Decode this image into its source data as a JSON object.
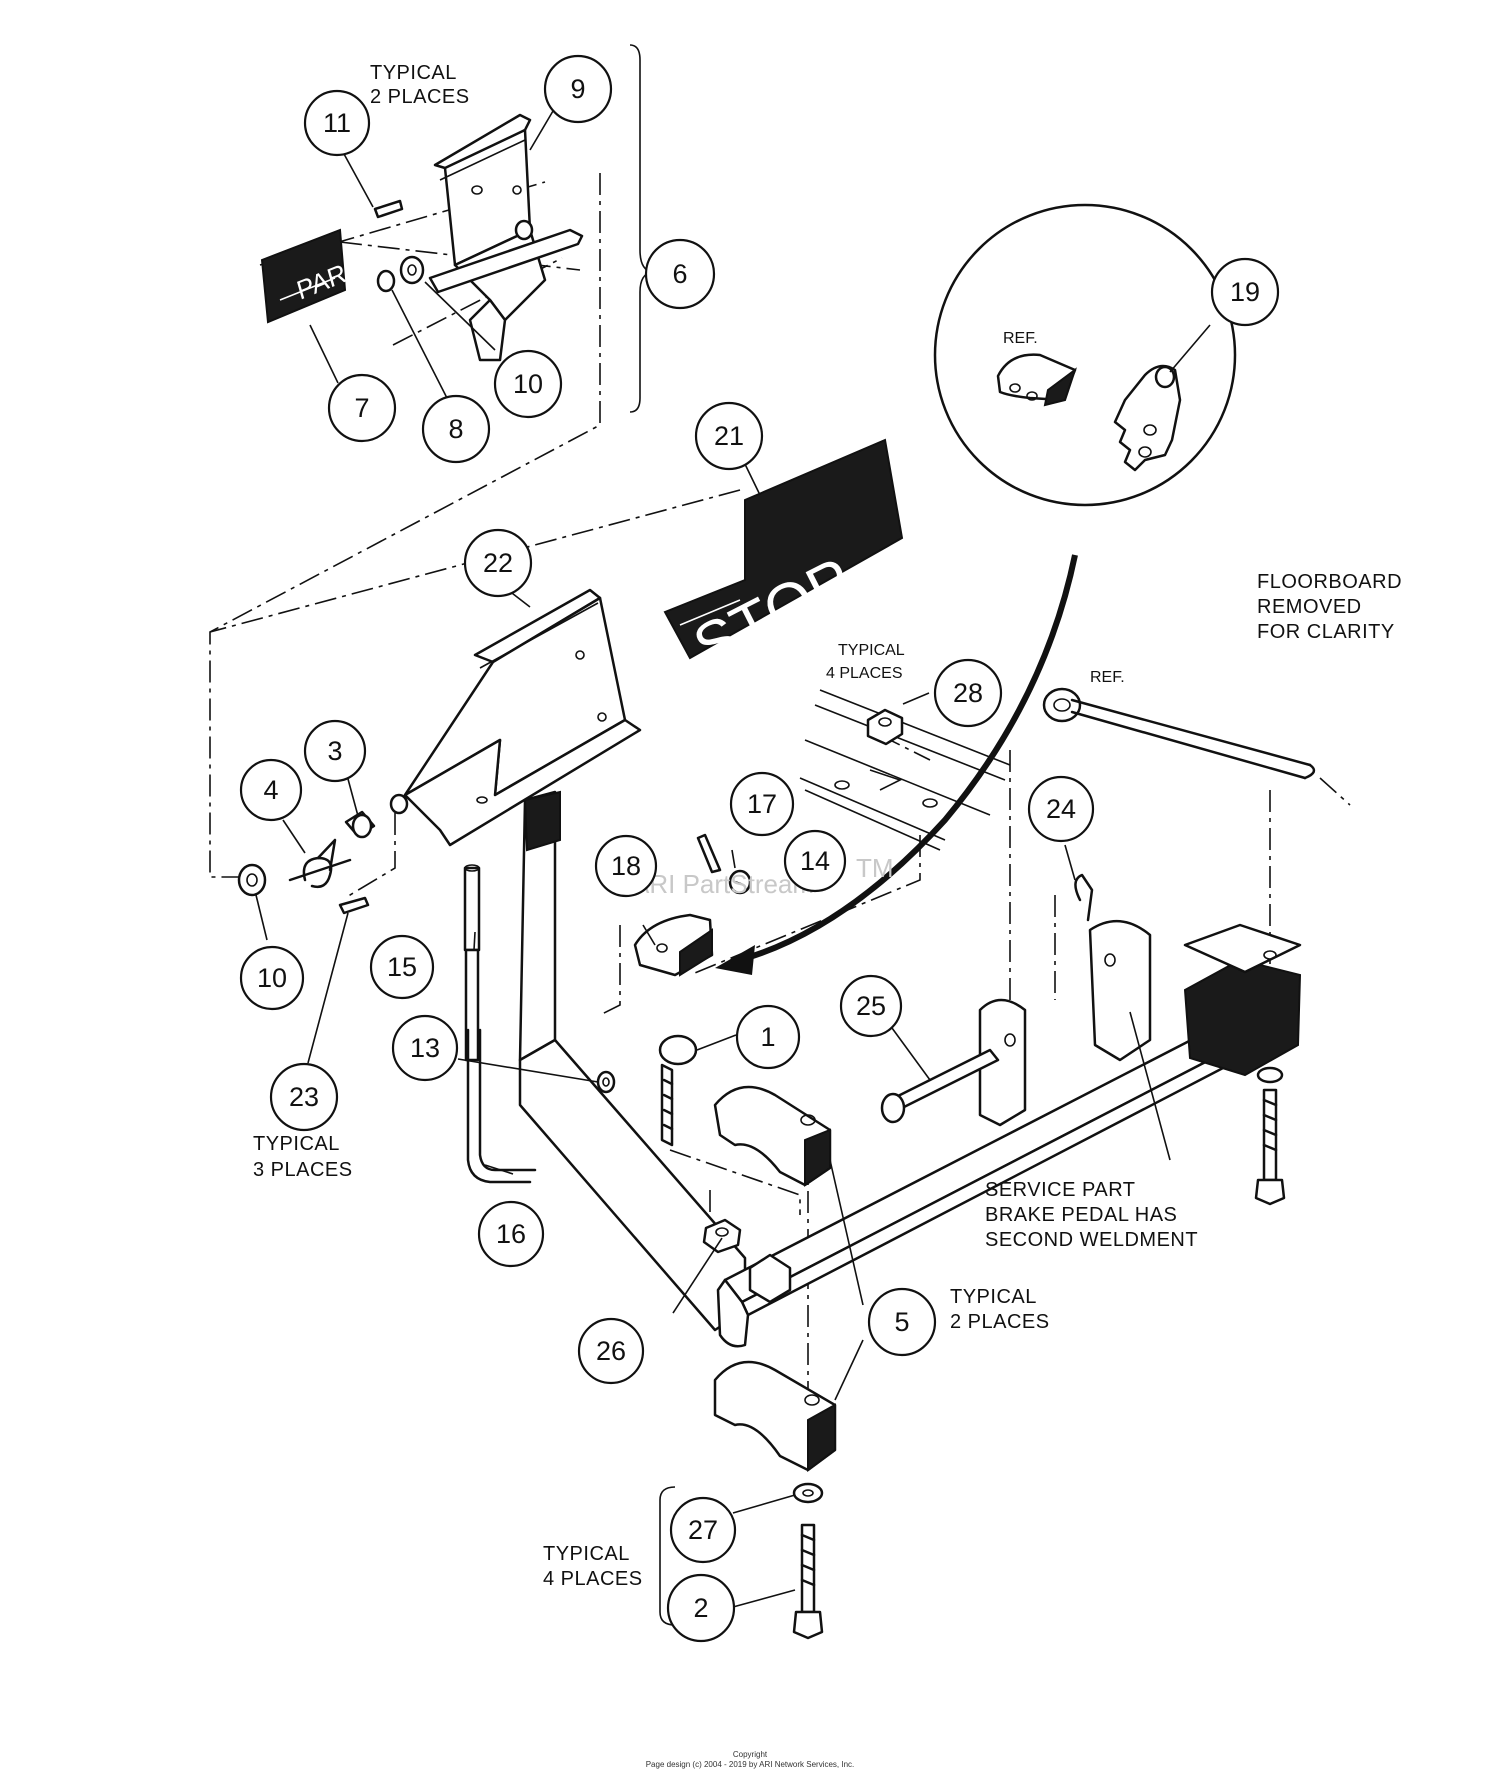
{
  "callouts": [
    {
      "id": "c1",
      "number": "1"
    },
    {
      "id": "c2",
      "number": "2"
    },
    {
      "id": "c3",
      "number": "3"
    },
    {
      "id": "c4",
      "number": "4"
    },
    {
      "id": "c5a",
      "number": "5"
    },
    {
      "id": "c5b",
      "number": "5"
    },
    {
      "id": "c6",
      "number": "6"
    },
    {
      "id": "c7",
      "number": "7"
    },
    {
      "id": "c8",
      "number": "8"
    },
    {
      "id": "c9",
      "number": "9"
    },
    {
      "id": "c10a",
      "number": "10"
    },
    {
      "id": "c10b",
      "number": "10"
    },
    {
      "id": "c11",
      "number": "11"
    },
    {
      "id": "c13",
      "number": "13"
    },
    {
      "id": "c14",
      "number": "14"
    },
    {
      "id": "c15",
      "number": "15"
    },
    {
      "id": "c16",
      "number": "16"
    },
    {
      "id": "c17",
      "number": "17"
    },
    {
      "id": "c18",
      "number": "18"
    },
    {
      "id": "c19",
      "number": "19"
    },
    {
      "id": "c21",
      "number": "21"
    },
    {
      "id": "c22",
      "number": "22"
    },
    {
      "id": "c23",
      "number": "23"
    },
    {
      "id": "c24",
      "number": "24"
    },
    {
      "id": "c25",
      "number": "25"
    },
    {
      "id": "c26",
      "number": "26"
    },
    {
      "id": "c27",
      "number": "27"
    },
    {
      "id": "c28",
      "number": "28"
    }
  ],
  "notes": {
    "typical_2_places_top": [
      "TYPICAL",
      "2 PLACES"
    ],
    "typical_4_places_mid": [
      "TYPICAL",
      "4 PLACES"
    ],
    "typical_3_places": [
      "TYPICAL",
      "3 PLACES"
    ],
    "typical_2_places_low": [
      "TYPICAL",
      "2 PLACES"
    ],
    "typical_4_places_bottom": [
      "TYPICAL",
      "4 PLACES"
    ],
    "floorboard": [
      "FLOORBOARD",
      "REMOVED",
      "FOR CLARITY"
    ],
    "service_part": [
      "SERVICE PART",
      "BRAKE PEDAL HAS",
      "SECOND WELDMENT"
    ],
    "ref_detail": "REF.",
    "ref_shaft": "REF."
  },
  "decals": {
    "park": "PARK",
    "stop": "STOP"
  },
  "watermark": {
    "text": "ARI PartStream",
    "tm": "TM"
  },
  "footer": {
    "line1": "Copyright",
    "line2": "Page design (c) 2004 - 2019 by ARI Network Services, Inc."
  }
}
